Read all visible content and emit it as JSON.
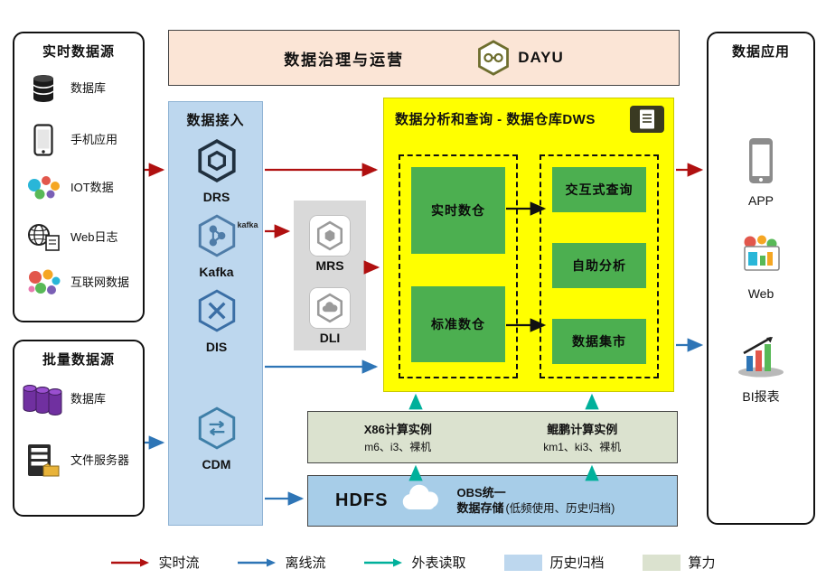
{
  "governance": {
    "title": "数据治理与运营",
    "product": "DAYU"
  },
  "realtime_sources": {
    "title": "实时数据源",
    "items": [
      {
        "label": "数据库",
        "icon": "database-icon"
      },
      {
        "label": "手机应用",
        "icon": "mobile-app-icon"
      },
      {
        "label": "IOT数据",
        "icon": "iot-icon"
      },
      {
        "label": "Web日志",
        "icon": "weblog-icon"
      },
      {
        "label": "互联网数据",
        "icon": "internet-data-icon"
      }
    ]
  },
  "batch_sources": {
    "title": "批量数据源",
    "items": [
      {
        "label": "数据库",
        "icon": "database-stack-icon"
      },
      {
        "label": "文件服务器",
        "icon": "file-server-icon"
      }
    ]
  },
  "ingestion": {
    "title": "数据接入",
    "kafka_logo": "kafka",
    "items": [
      {
        "label": "DRS",
        "icon": "drs-hexagon-icon"
      },
      {
        "label": "Kafka",
        "icon": "kafka-hexagon-icon"
      },
      {
        "label": "DIS",
        "icon": "dis-hexagon-icon"
      },
      {
        "label": "CDM",
        "icon": "cdm-hexagon-icon"
      }
    ]
  },
  "processing": {
    "items": [
      {
        "label": "MRS",
        "icon": "mrs-icon"
      },
      {
        "label": "DLI",
        "icon": "dli-icon"
      }
    ]
  },
  "dws": {
    "title": "数据分析和查询 - 数据仓库DWS",
    "left_modules": [
      {
        "label": "实时数仓"
      },
      {
        "label": "标准数仓"
      }
    ],
    "right_modules": [
      {
        "label": "交互式查询"
      },
      {
        "label": "自助分析"
      },
      {
        "label": "数据集市"
      }
    ]
  },
  "compute": {
    "instances": [
      {
        "title": "X86计算实例",
        "detail": "m6、i3、裸机"
      },
      {
        "title": "鲲鹏计算实例",
        "detail": "km1、ki3、裸机"
      }
    ]
  },
  "storage": {
    "hdfs_label": "HDFS",
    "obs_line1": "OBS统一",
    "obs_line2": "数据存储",
    "note": "(低频使用、历史归档)"
  },
  "applications": {
    "title": "数据应用",
    "items": [
      {
        "label": "APP",
        "icon": "app-phone-icon"
      },
      {
        "label": "Web",
        "icon": "web-icon"
      },
      {
        "label": "BI报表",
        "icon": "bi-report-icon"
      }
    ]
  },
  "legend": {
    "items": [
      {
        "label": "实时流",
        "kind": "arrow",
        "color": "#b01010"
      },
      {
        "label": "离线流",
        "kind": "arrow",
        "color": "#2e75b6"
      },
      {
        "label": "外表读取",
        "kind": "arrow",
        "color": "#00b09b"
      },
      {
        "label": "历史归档",
        "kind": "swatch",
        "color": "#bdd7ee"
      },
      {
        "label": "算力",
        "kind": "swatch",
        "color": "#dbe2cf"
      }
    ]
  }
}
